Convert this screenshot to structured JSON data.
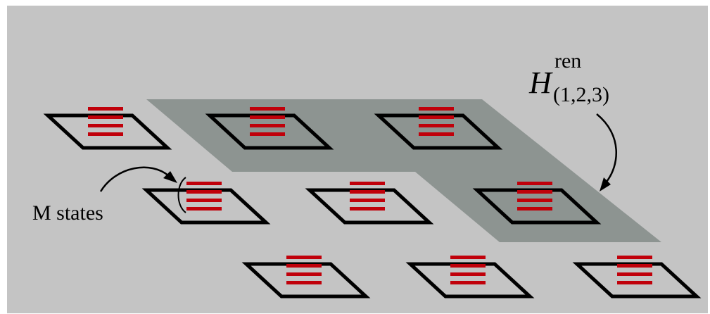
{
  "figure": {
    "label_hamiltonian_symbol": "H",
    "label_hamiltonian_superscript": "ren",
    "label_hamiltonian_subscript": "(1,2,3)",
    "label_states": "M states"
  },
  "colors": {
    "panel_background": "#c4c4c4",
    "highlight_region": "#8d9491",
    "site_outline": "#000000",
    "energy_level": "#c0000a",
    "text": "#000000"
  },
  "sites": {
    "count": 9,
    "levels_per_site": 4,
    "highlighted_count": 3
  }
}
